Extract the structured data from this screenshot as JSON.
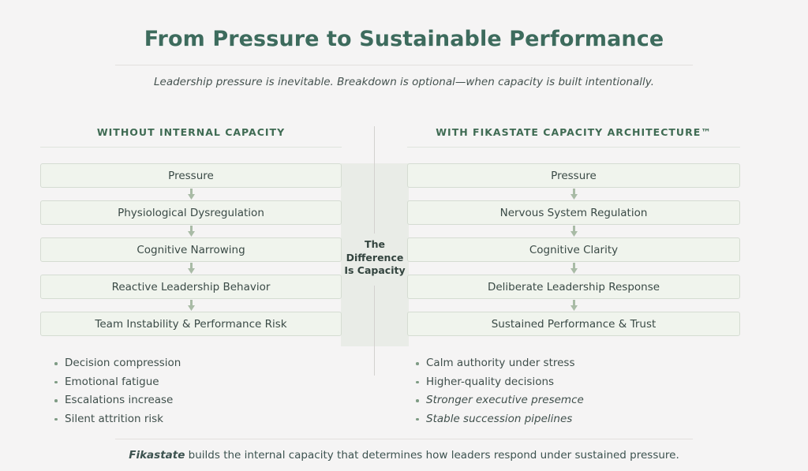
{
  "header": {
    "title": "From Pressure to Sustainable Performance",
    "subtitle": "Leadership pressure is inevitable. Breakdown is optional—when capacity is built intentionally."
  },
  "center": {
    "line1": "The",
    "line2": "Difference",
    "line3": "Is Capacity"
  },
  "columns": {
    "left": {
      "header": "WITHOUT INTERNAL CAPACITY",
      "steps": [
        "Pressure",
        "Physiological Dysregulation",
        "Cognitive Narrowing",
        "Reactive Leadership Behavior",
        "Team Instability & Performance Risk"
      ],
      "bullets": [
        "Decision compression",
        "Emotional fatigue",
        "Escalations increase",
        "Silent attrition risk"
      ]
    },
    "right": {
      "header": "WITH FIKASTATE CAPACITY ARCHITECTURE™",
      "steps": [
        "Pressure",
        "Nervous System Regulation",
        "Cognitive Clarity",
        "Deliberate Leadership Response",
        "Sustained Performance & Trust"
      ],
      "bullets": [
        "Calm authority under stress",
        "Higher-quality decisions",
        "Stronger executive presemce",
        "Stable succession pipelines"
      ]
    }
  },
  "footer": {
    "brand": "Fikastate",
    "text": " builds the internal capacity that determines how leaders respond under sustained pressure."
  },
  "icons": {
    "arrow_down": "arrow-down-icon"
  },
  "colors": {
    "background": "#f5f4f4",
    "title": "#3d6b5d",
    "column_header": "#3f6b53",
    "box_fill": "#f0f4ed",
    "box_border": "#d5dcd2",
    "box_text": "#3a4a46",
    "arrow": "#a9bba6",
    "band": "#e6eae4",
    "bullet_marker": "#7e9b84"
  }
}
